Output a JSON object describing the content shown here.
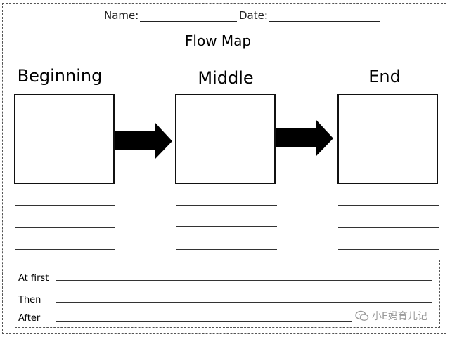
{
  "header": {
    "name_label": "Name:",
    "date_label": "Date:"
  },
  "title": "Flow Map",
  "columns": [
    {
      "title": "Beginning"
    },
    {
      "title": "Middle"
    },
    {
      "title": "End"
    }
  ],
  "sequence": [
    {
      "label": "At first"
    },
    {
      "label": "Then"
    },
    {
      "label": "After"
    }
  ],
  "watermark": {
    "text": "小E妈育儿记",
    "icon": "wechat-icon"
  }
}
